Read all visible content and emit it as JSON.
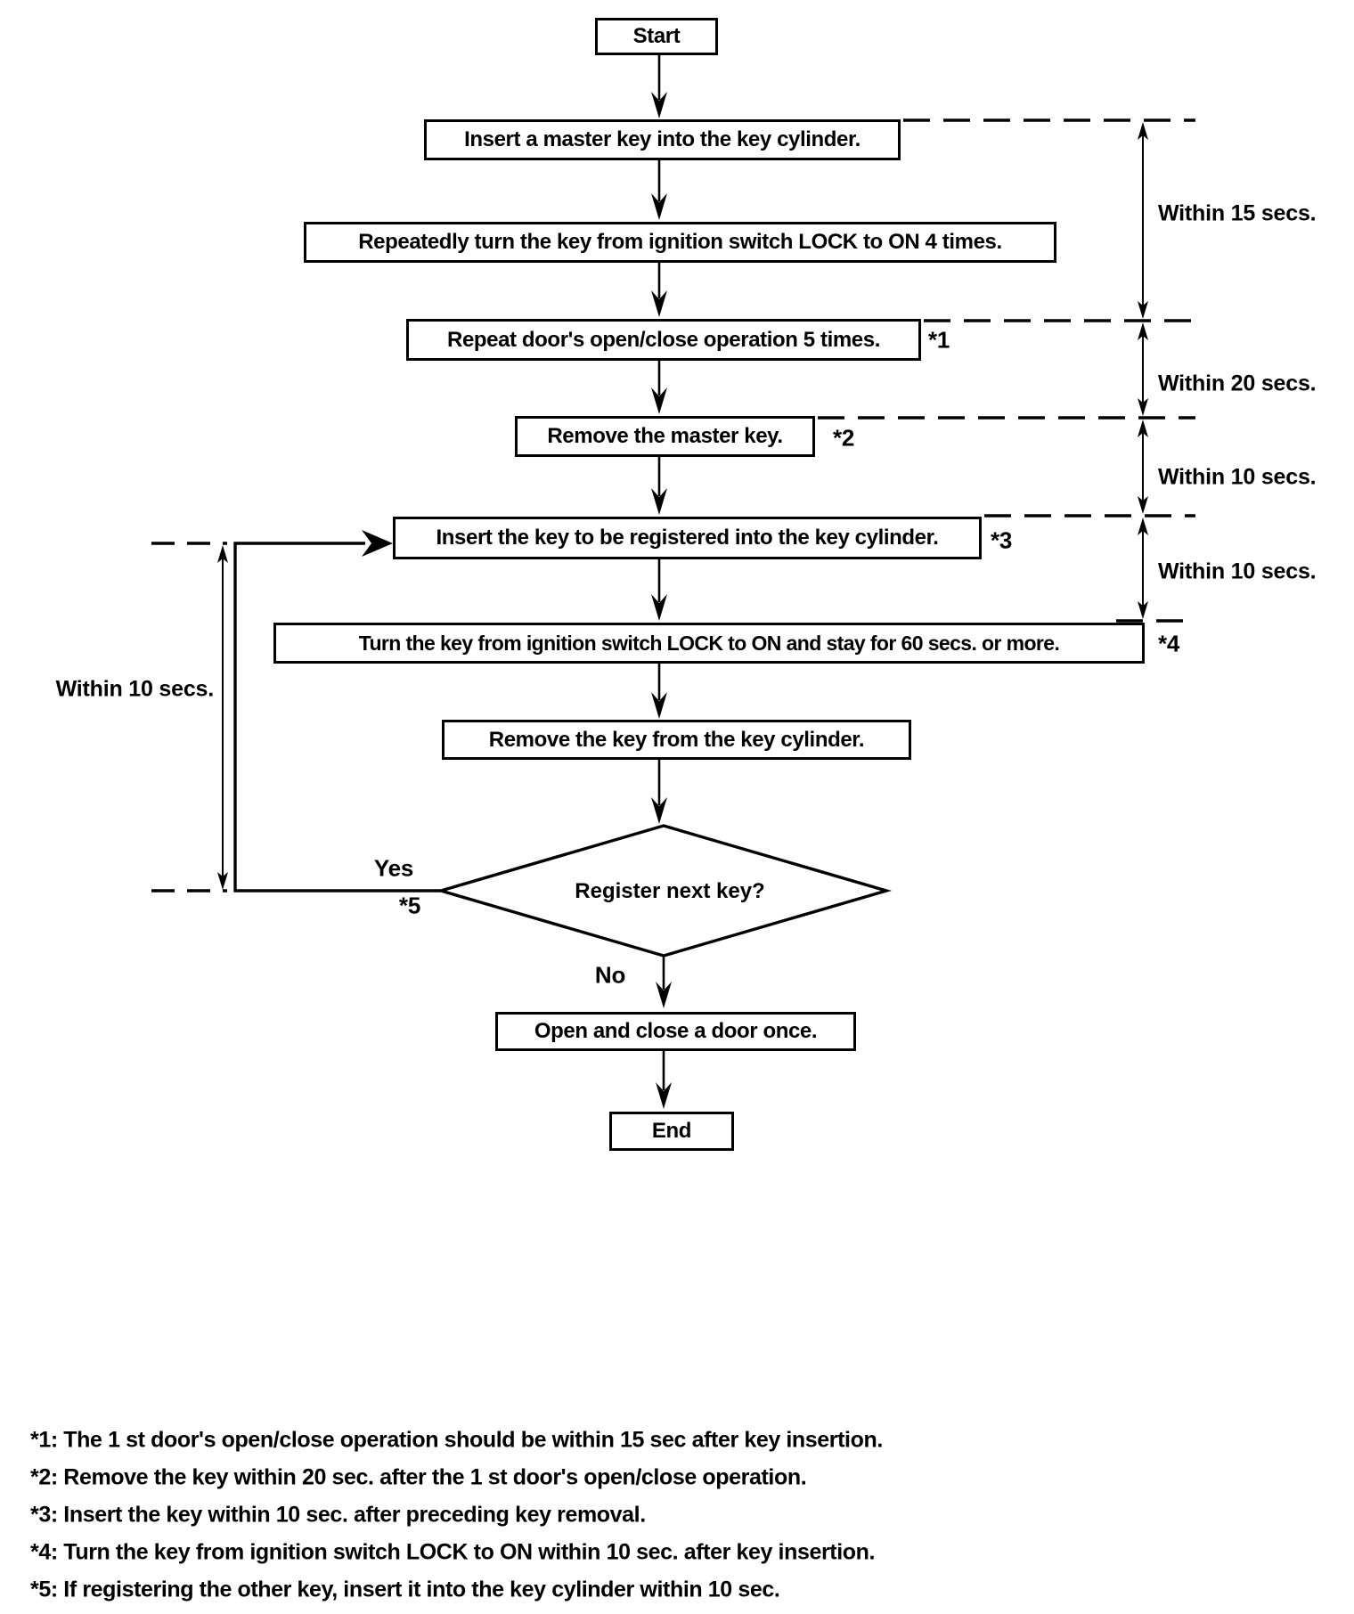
{
  "flowchart": {
    "nodes": {
      "start": "Start",
      "insert_master": "Insert a master key into the key cylinder.",
      "turn_key_4times": "Repeatedly turn the key from ignition switch LOCK to ON 4 times.",
      "repeat_door": "Repeat door's open/close operation 5 times.",
      "remove_master": "Remove the master key.",
      "insert_new_key": "Insert the key to be registered into the key cylinder.",
      "turn_key_60secs": "Turn the key from ignition switch LOCK to ON and stay for 60 secs. or more.",
      "remove_key": "Remove the key from the key cylinder.",
      "decision": "Register next key?",
      "open_close_door": "Open and close a door once.",
      "end": "End"
    },
    "refs": {
      "r1": "*1",
      "r2": "*2",
      "r3": "*3",
      "r4": "*4",
      "r5": "*5"
    },
    "branches": {
      "yes": "Yes",
      "no": "No"
    },
    "timings": {
      "right_1": "Within 15 secs.",
      "right_2": "Within 20 secs.",
      "right_3": "Within 10 secs.",
      "right_4": "Within 10 secs.",
      "left_1": "Within 10 secs."
    },
    "footnotes": [
      "*1: The 1 st door's open/close operation should be within 15 sec after key insertion.",
      "*2: Remove the key within 20 sec. after the 1 st door's open/close operation.",
      "*3: Insert the key within 10 sec. after preceding key removal.",
      "*4: Turn the key from ignition switch LOCK to ON within 10 sec. after key insertion.",
      "*5: If registering the other key, insert it into the key cylinder within 10 sec."
    ]
  }
}
